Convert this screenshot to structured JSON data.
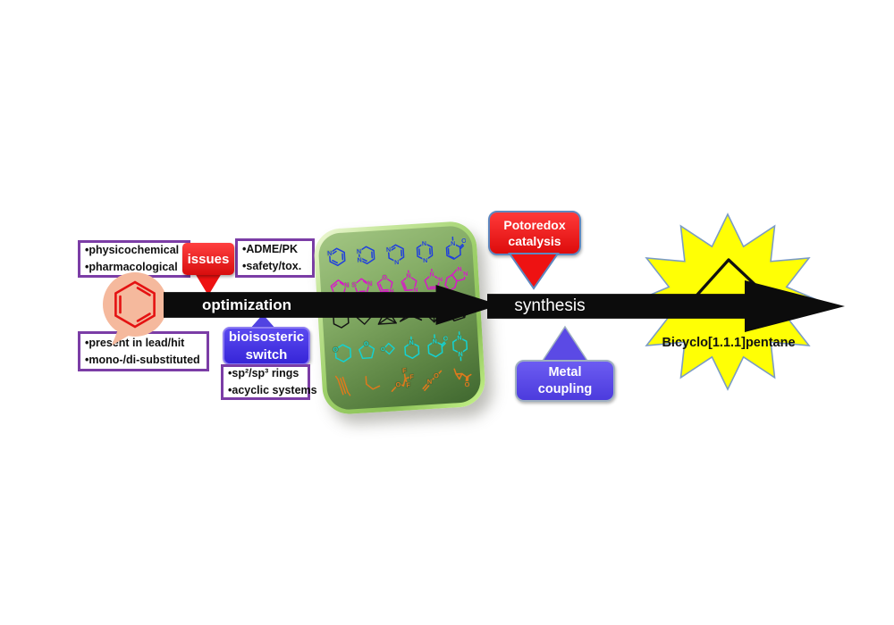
{
  "diagram": {
    "left": {
      "physico_box": {
        "line1": "•physicochemical",
        "line2": "•pharmacological"
      },
      "issues_tag": "issues",
      "adme_box": {
        "line1": "•ADME/PK",
        "line2": "•safety/tox."
      },
      "optimization_arrow": "optimization",
      "lead_box": {
        "line1": "•present in lead/hit",
        "line2": "•mono-/di-substituted"
      },
      "bioisosteric_tag": {
        "line1": "bioisosteric",
        "line2": "switch"
      },
      "sp_box": {
        "line1": "•sp²/sp³ rings",
        "line2": "•acyclic systems"
      }
    },
    "right": {
      "photoredox_tag": {
        "line1": "Potoredox",
        "line2": "catalysis"
      },
      "synthesis_arrow": "synthesis",
      "metal_tag": {
        "line1": "Metal",
        "line2": "coupling"
      },
      "product_label": "Bicyclo[1.1.1]pentane"
    },
    "panel_molecules": {
      "row1": {
        "color": "#2040dc",
        "names": [
          "pyridine",
          "pyridazine",
          "pyrimidine",
          "pyrazine",
          "N-methylpyridinone"
        ]
      },
      "row2": {
        "color": "#d818c8",
        "names": [
          "oxazole",
          "thiazole",
          "isoxazole",
          "N-methylimidazole",
          "N-methylpyrazole",
          "tetrahydropyrazolopyridine"
        ]
      },
      "row3": {
        "color": "#151515",
        "names": [
          "cyclohexane",
          "cyclobutane",
          "propellane",
          "bicyclopentane-cage",
          "cubane",
          "bicyclooctane"
        ]
      },
      "row4": {
        "color": "#14d2d2",
        "names": [
          "tetrahydropyran",
          "tetrahydrofuran",
          "oxetane",
          "N-methylpiperidine",
          "N-methylpiperidinone",
          "N,N-dimethylpiperazine"
        ]
      },
      "row5": {
        "color": "#e0791c",
        "names": [
          "alkyne",
          "alkyl-chain",
          "trifluoromethyl-ether",
          "oxime-ether",
          "cyclopropyl-ketone"
        ]
      }
    },
    "colors": {
      "accent_red": "#ee1212",
      "box_border_purple": "#7b3da6",
      "tag_blue": "#4331e6",
      "tag_indigo": "#5b4ae5",
      "arrow_black": "#0c0c0c",
      "star_yellow": "#ffff05",
      "star_border": "#7b9cc4",
      "bubble_salmon": "#f5b99d",
      "benzene_red": "#e41212",
      "panel_green_light": "#a3c683",
      "panel_green_dark": "#3f672f"
    }
  }
}
